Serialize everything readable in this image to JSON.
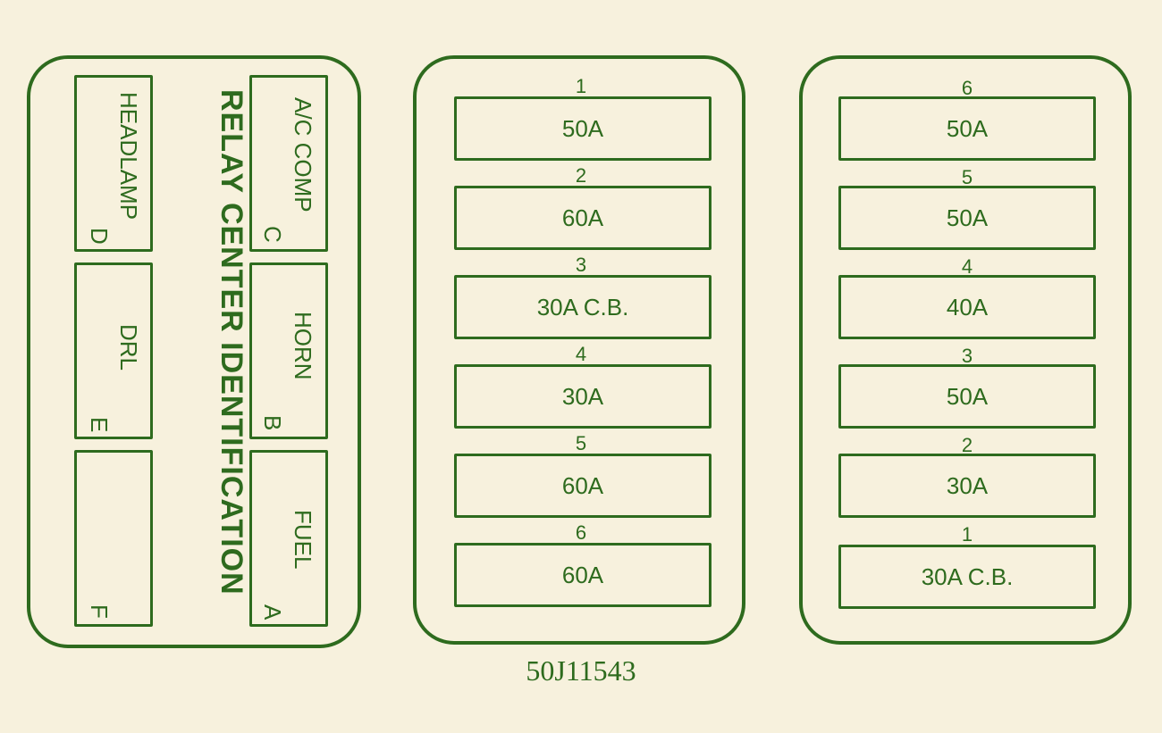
{
  "relay_panel": {
    "title": "RELAY CENTER IDENTIFICATION",
    "relays": [
      {
        "name": "HEADLAMP",
        "letter": "D"
      },
      {
        "name": "DRL",
        "letter": "E"
      },
      {
        "name": "",
        "letter": "F"
      },
      {
        "name": "A/C COMP",
        "letter": "C"
      },
      {
        "name": "HORN",
        "letter": "B"
      },
      {
        "name": "FUEL",
        "letter": "A"
      }
    ]
  },
  "fuse_panel_left": {
    "fuses": [
      {
        "number": "1",
        "rating": "50A"
      },
      {
        "number": "2",
        "rating": "60A"
      },
      {
        "number": "3",
        "rating": "30A C.B."
      },
      {
        "number": "4",
        "rating": "30A"
      },
      {
        "number": "5",
        "rating": "60A"
      },
      {
        "number": "6",
        "rating": "60A"
      }
    ]
  },
  "fuse_panel_right": {
    "fuses": [
      {
        "number": "6",
        "rating": "50A"
      },
      {
        "number": "5",
        "rating": "50A"
      },
      {
        "number": "4",
        "rating": "40A"
      },
      {
        "number": "3",
        "rating": "50A"
      },
      {
        "number": "2",
        "rating": "30A"
      },
      {
        "number": "1",
        "rating": "30A C.B."
      }
    ]
  },
  "diagram_id": "50J11543"
}
